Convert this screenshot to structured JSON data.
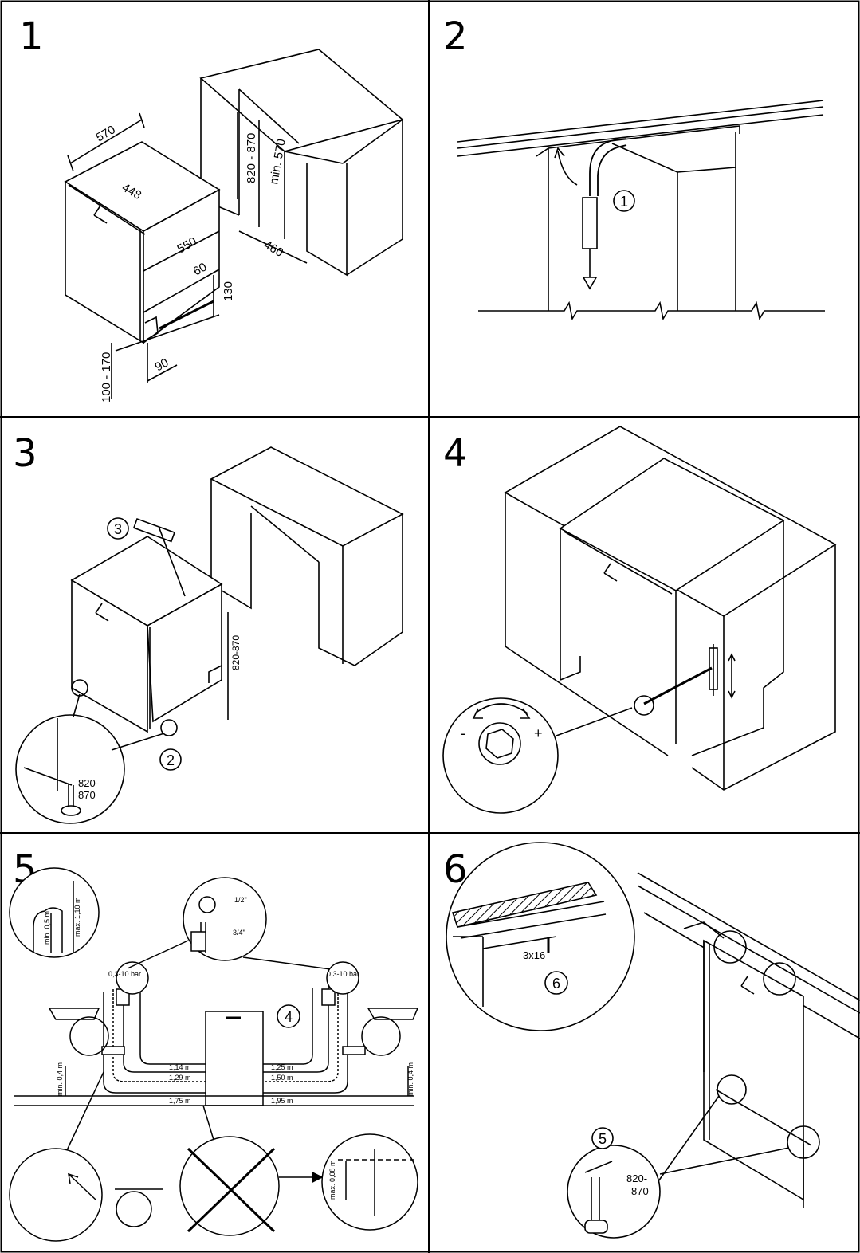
{
  "panels": [
    {
      "number": "1",
      "labels": {
        "d570": "570",
        "d448": "448",
        "d550": "550",
        "d60": "60",
        "d820_870": "820 - 870",
        "min570": "min. 570",
        "d460": "460",
        "d130": "130",
        "d90": "90",
        "d100_170": "100 - 170"
      }
    },
    {
      "number": "2",
      "labels": {
        "c1": "1"
      }
    },
    {
      "number": "3",
      "labels": {
        "c3": "3",
        "c2": "2",
        "h820_870": "820-870",
        "det_a": "820-",
        "det_b": "870"
      }
    },
    {
      "number": "4",
      "labels": {
        "minus": "-",
        "plus": "+"
      }
    },
    {
      "number": "5",
      "labels": {
        "max110": "max. 1,10 m",
        "min05": "min. 0,5 m",
        "p_left": "0,3-10 bar",
        "p_right": "0,3-10 bar",
        "t12": "1/2\"",
        "t34": "3/4\"",
        "c4": "4",
        "l114": "1,14 m",
        "l129": "1,29 m",
        "l175": "1,75 m",
        "r125": "1,25 m",
        "r150": "1,50 m",
        "r195": "1,95 m",
        "min04l": "min. 0,4 m",
        "min04r": "min. 0,4 m",
        "max08": "max. 0,08 m"
      }
    },
    {
      "number": "6",
      "labels": {
        "screw": "3x16",
        "c6": "6",
        "c5": "5",
        "det_a": "820-",
        "det_b": "870"
      }
    }
  ]
}
